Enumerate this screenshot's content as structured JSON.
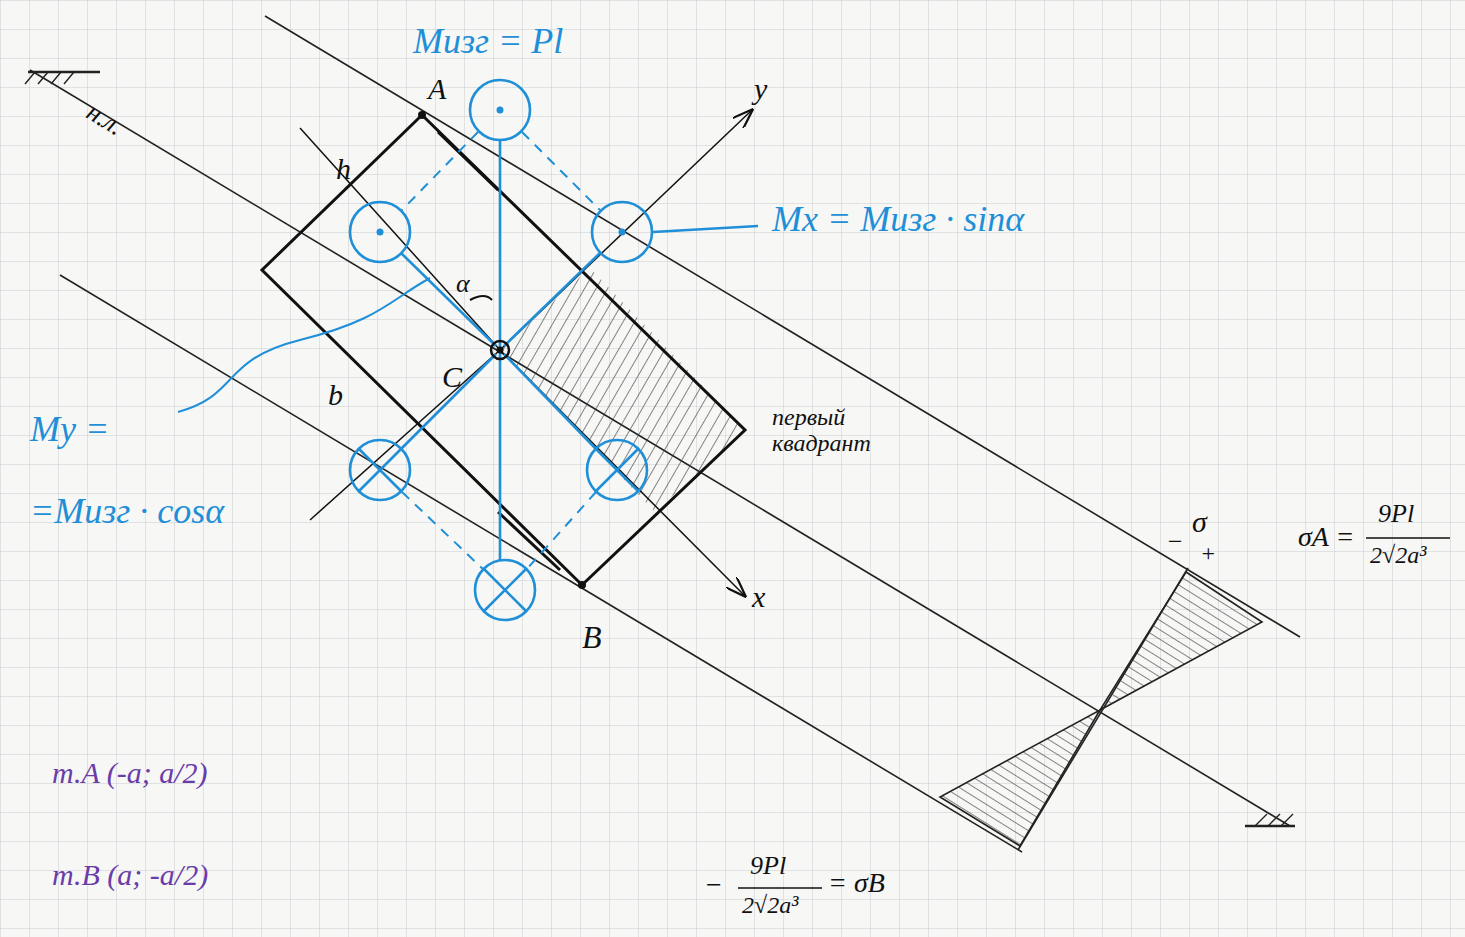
{
  "diagram": {
    "labels": [
      "Mизг = Pl",
      "A",
      "B",
      "C",
      "y",
      "x",
      "h",
      "b",
      "α",
      "н.л.",
      "Mx = Mизг · sinα",
      "My =",
      "=Mизг · cosα",
      "первый квадрант",
      "σ",
      "−",
      "+",
      "σA =",
      "9Pl",
      "2√2a³",
      "−",
      "9Pl",
      "2√2a³",
      "= σB",
      "т.A (-a; a/2)",
      "т.B (a; -a/2)"
    ]
  }
}
